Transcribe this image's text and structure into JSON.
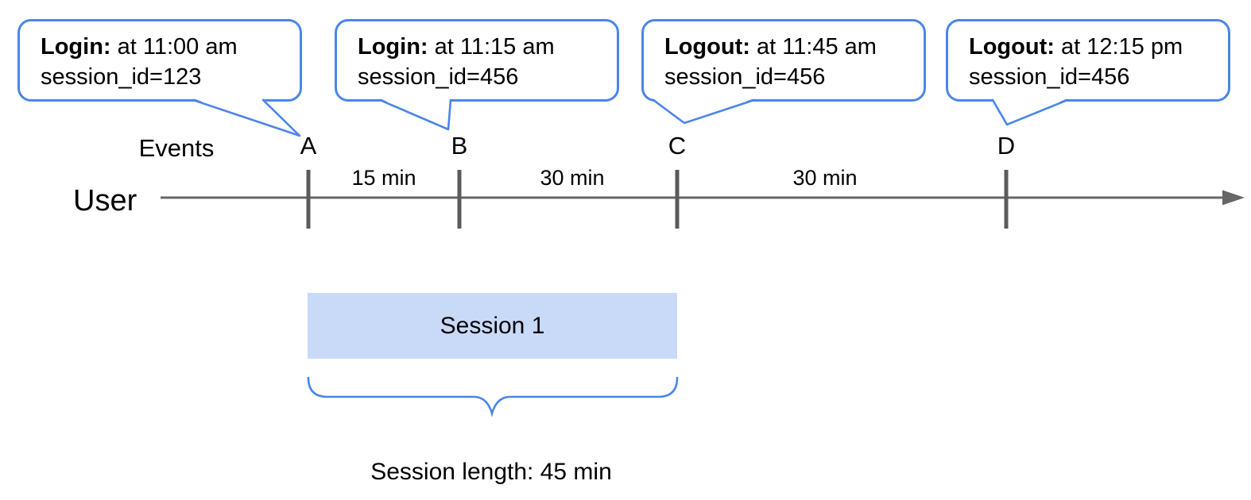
{
  "colors": {
    "accent_blue": "#4a86e8",
    "session_fill": "#c9daf8",
    "line_gray": "#666666",
    "tick_gray": "#5b5b5b",
    "text_color": "#000000"
  },
  "bubbles": [
    {
      "title": "Login:",
      "time": " at 11:00 am",
      "session": "session_id=123"
    },
    {
      "title": "Login:",
      "time": " at 11:15 am",
      "session": "session_id=456"
    },
    {
      "title": "Logout:",
      "time": " at 11:45 am",
      "session": "session_id=456"
    },
    {
      "title": "Logout:",
      "time": " at 12:15 pm",
      "session": "session_id=456"
    }
  ],
  "timeline": {
    "events_label": "Events",
    "user_label": "User",
    "markers": [
      {
        "label": "A"
      },
      {
        "label": "B"
      },
      {
        "label": "C"
      },
      {
        "label": "D"
      }
    ],
    "intervals": [
      {
        "label": "15 min"
      },
      {
        "label": "30 min"
      },
      {
        "label": "30 min"
      }
    ]
  },
  "session": {
    "box_label": "Session 1",
    "length_label": "Session length: 45 min"
  }
}
